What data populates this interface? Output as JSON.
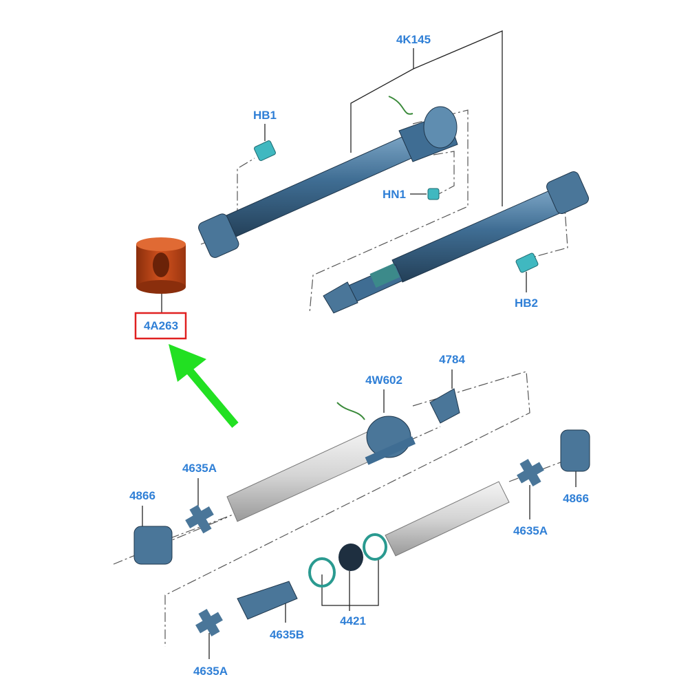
{
  "diagram": {
    "labels": {
      "main_shaft": "4K145",
      "bolt_top": "HB1",
      "nut": "HN1",
      "bolt_right": "HB2",
      "highlighted_part": "4A263",
      "bracket": "4784",
      "center_bearing": "4W602",
      "ujoint_upper_left": "4635A",
      "flange_left": "4866",
      "flange_right": "4866",
      "ujoint_right": "4635A",
      "slip_joint_parts": "4421",
      "yoke": "4635B",
      "ujoint_bottom": "4635A"
    },
    "colors": {
      "label": "#2f7fd6",
      "highlight_box": "#e02020",
      "arrow": "#22e022",
      "shaft_dark": "#3f6d93",
      "shaft_light": "#d8d8d8",
      "damper": "#d2521e"
    }
  }
}
